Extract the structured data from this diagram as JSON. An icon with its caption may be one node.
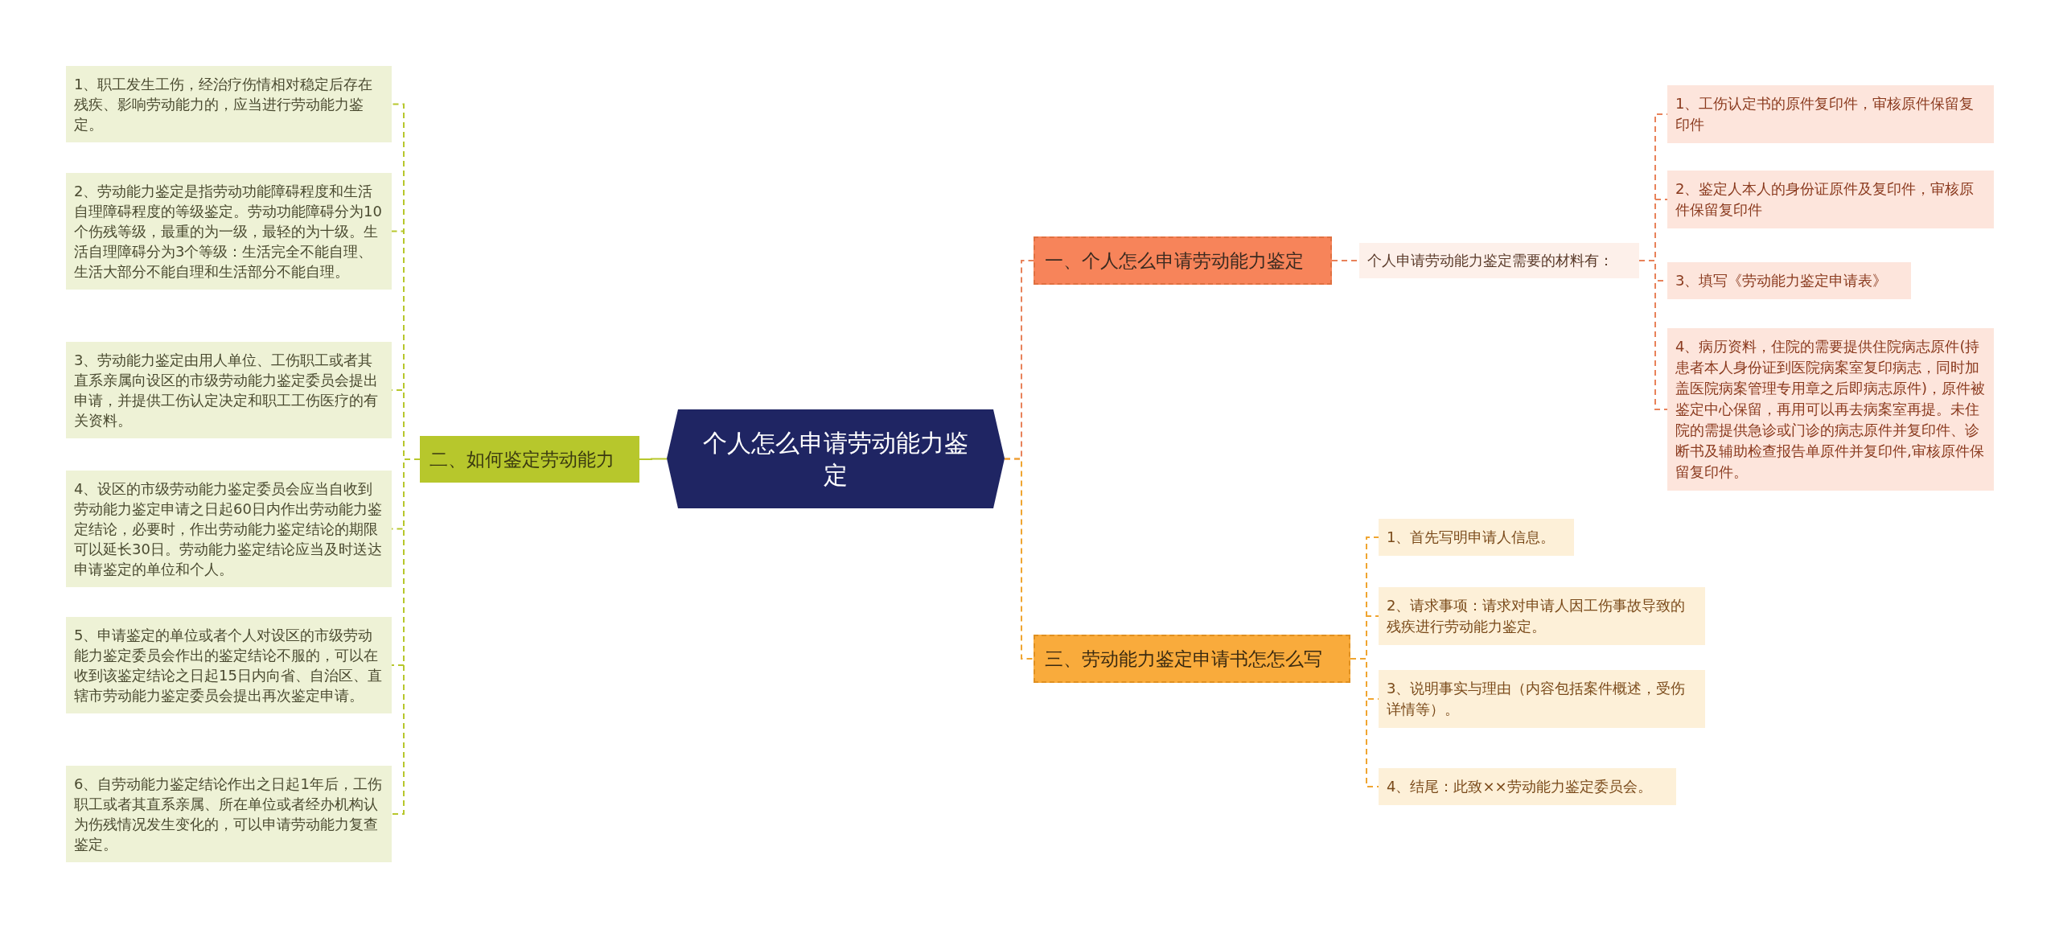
{
  "diagram": {
    "nodes": [
      {
        "text": [
          "个人怎么申请劳动能力鉴定"
        ]
      },
      {
        "text": [
          "一、个人怎么申请劳动能力鉴定"
        ]
      },
      {
        "text": [
          "个人申请劳动能力鉴定需要的材料有："
        ]
      },
      {
        "text": [
          "1、工伤认定书的原件复印件，审核原件保留复印件"
        ]
      },
      {
        "text": [
          "2、鉴定人本人的身份证原件及复印件，审核原件保留复印件"
        ]
      },
      {
        "text": [
          "3、填写《劳动能力鉴定申请表》"
        ]
      },
      {
        "text": [
          "4、病历资料，住院的需要提供住院病志原件(持患者本人身份证到医院病案室复印病志，同时加盖医院病案管理专用章之后即病志原件)，原件被鉴定中心保留，再用可以再去病案室再提。未住院的需提供急诊或门诊的病志原件并复印件、诊断书及辅助检查报告单原件并复印件,审核原件保留复印件。"
        ]
      },
      {
        "text": [
          "三、劳动能力鉴定申请书怎怎么写"
        ]
      },
      {
        "text": [
          "1、首先写明申请人信息。"
        ]
      },
      {
        "text": [
          "2、请求事项：请求对申请人因工伤事故导致的残疾进行劳动能力鉴定。"
        ]
      },
      {
        "text": [
          "3、说明事实与理由（内容包括案件概述，受伤详情等）。"
        ]
      },
      {
        "text": [
          "4、结尾：此致××劳动能力鉴定委员会。"
        ]
      },
      {
        "text": [
          "二、如何鉴定劳动能力"
        ]
      },
      {
        "text": [
          "1、职工发生工伤，经治疗伤情相对稳定后存在残疾、影响劳动能力的，应当进行劳动能力鉴定。"
        ]
      },
      {
        "text": [
          "2、劳动能力鉴定是指劳动功能障碍程度和生活自理障碍程度的等级鉴定。劳动功能障碍分为10个伤残等级，最重的为一级，最轻的为十级。生活自理障碍分为3个等级：生活完全不能自理、生活大部分不能自理和生活部分不能自理。"
        ]
      },
      {
        "text": [
          "3、劳动能力鉴定由用人单位、工伤职工或者其直系亲属向设区的市级劳动能力鉴定委员会提出申请，并提供工伤认定决定和职工工伤医疗的有关资料。"
        ]
      },
      {
        "text": [
          "4、设区的市级劳动能力鉴定委员会应当自收到劳动能力鉴定申请之日起60日内作出劳动能力鉴定结论，必要时，作出劳动能力鉴定结论的期限可以延长30日。劳动能力鉴定结论应当及时送达申请鉴定的单位和个人。"
        ]
      },
      {
        "text": [
          "5、申请鉴定的单位或者个人对设区的市级劳动能力鉴定委员会作出的鉴定结论不服的，可以在收到该鉴定结论之日起15日内向省、自治区、直辖市劳动能力鉴定委员会提出再次鉴定申请。"
        ]
      },
      {
        "text": [
          "6、自劳动能力鉴定结论作出之日起1年后，工伤职工或者其直系亲属、所在单位或者经办机构认为伤残情况发生变化的，可以申请劳动能力复查鉴定。"
        ]
      }
    ],
    "edges": [
      {
        "from": 0,
        "to": 1,
        "arrow": "none",
        "style": "dashed",
        "color": "#e8825a"
      },
      {
        "from": 1,
        "to": 2,
        "arrow": "none",
        "style": "dashed",
        "color": "#e8825a"
      },
      {
        "from": 2,
        "to": 3,
        "arrow": "none",
        "style": "dashed",
        "color": "#e8825a"
      },
      {
        "from": 2,
        "to": 4,
        "arrow": "none",
        "style": "dashed",
        "color": "#e8825a"
      },
      {
        "from": 2,
        "to": 5,
        "arrow": "none",
        "style": "dashed",
        "color": "#e8825a"
      },
      {
        "from": 2,
        "to": 6,
        "arrow": "none",
        "style": "dashed",
        "color": "#e8825a"
      },
      {
        "from": 0,
        "to": 7,
        "arrow": "none",
        "style": "dashed",
        "color": "#f0a530"
      },
      {
        "from": 7,
        "to": 8,
        "arrow": "none",
        "style": "dashed",
        "color": "#f0a530"
      },
      {
        "from": 7,
        "to": 9,
        "arrow": "none",
        "style": "dashed",
        "color": "#f0a530"
      },
      {
        "from": 7,
        "to": 10,
        "arrow": "none",
        "style": "dashed",
        "color": "#f0a530"
      },
      {
        "from": 7,
        "to": 11,
        "arrow": "none",
        "style": "dashed",
        "color": "#f0a530"
      },
      {
        "from": 0,
        "to": 12,
        "arrow": "none"
      },
      {
        "from": 12,
        "to": 13,
        "arrow": "none",
        "style": "dashed"
      },
      {
        "from": 12,
        "to": 14,
        "arrow": "none",
        "style": "dashed"
      },
      {
        "from": 12,
        "to": 15,
        "arrow": "none",
        "style": "dashed"
      },
      {
        "from": 12,
        "to": 16,
        "arrow": "none",
        "style": "dashed"
      },
      {
        "from": 12,
        "to": 17,
        "arrow": "none",
        "style": "dashed"
      },
      {
        "from": 12,
        "to": 18,
        "arrow": "none",
        "style": "dashed"
      }
    ]
  }
}
